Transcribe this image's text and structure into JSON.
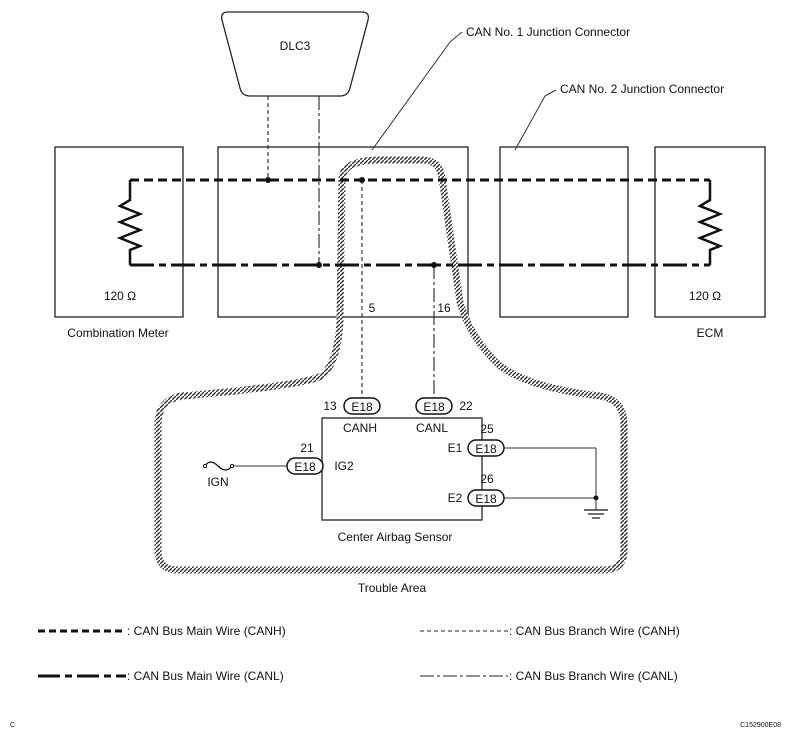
{
  "diagram": {
    "dlc3": "DLC3",
    "can1_label": "CAN No. 1 Junction Connector",
    "can2_label": "CAN No. 2 Junction Connector",
    "combination_meter": {
      "resistor": "120 Ω",
      "caption": "Combination Meter"
    },
    "ecm": {
      "resistor": "120 Ω",
      "caption": "ECM"
    },
    "junction_pins": {
      "canh_pin": "5",
      "canl_pin": "16"
    },
    "sensor": {
      "caption": "Center Airbag Sensor",
      "connector": "E18",
      "pins": [
        {
          "num": "13",
          "signal": "CANH"
        },
        {
          "num": "22",
          "signal": "CANL"
        },
        {
          "num": "25",
          "signal": "E1"
        },
        {
          "num": "26",
          "signal": "E2"
        },
        {
          "num": "21",
          "signal": "IG2"
        }
      ]
    },
    "ign": "IGN",
    "trouble_area": "Trouble Area"
  },
  "legend": {
    "main_canh": ": CAN Bus Main Wire (CANH)",
    "branch_canh": ": CAN Bus Branch Wire (CANH)",
    "main_canl": ": CAN Bus Main Wire (CANL)",
    "branch_canl": ": CAN Bus Branch Wire (CANL)"
  },
  "footer": {
    "left_code": "C",
    "right_code": "C152900E08"
  }
}
